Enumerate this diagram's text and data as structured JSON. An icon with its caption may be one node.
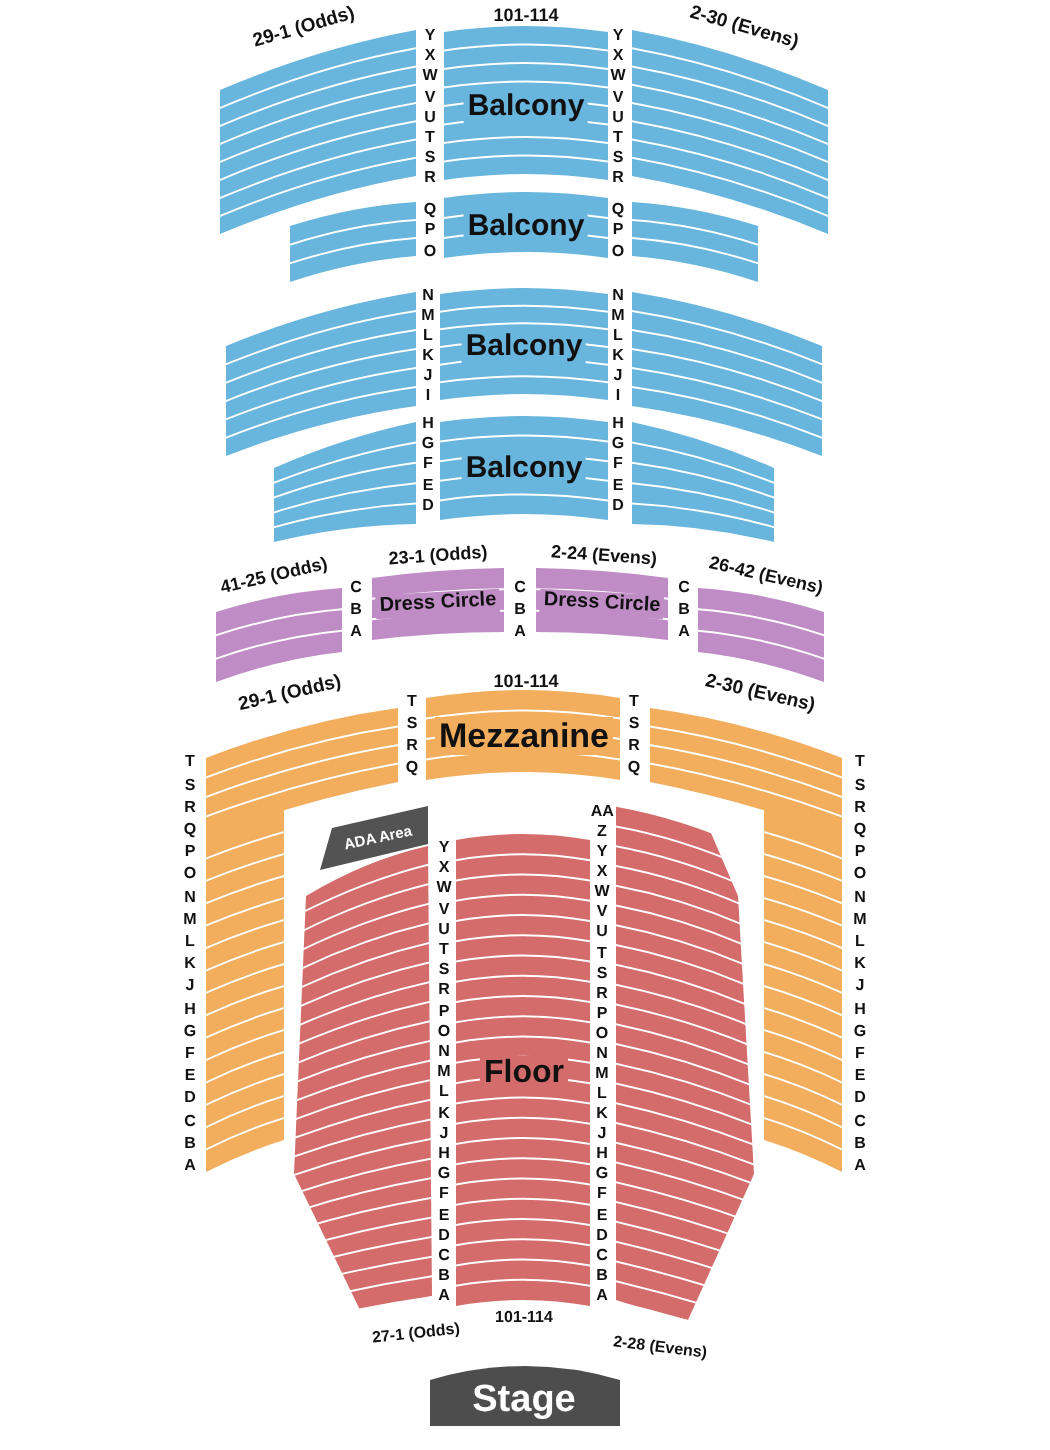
{
  "diagram": {
    "nodes": [
      {
        "text": [],
        "shape": "band",
        "beside": [
          "29-1 (Odds)"
        ]
      },
      {
        "text": [
          "Balcony"
        ],
        "beside": [
          "101-114"
        ]
      },
      {
        "text": [],
        "shape": "band",
        "beside": [
          "2-30 (Evens)"
        ]
      },
      {
        "text": [],
        "shape": "band"
      },
      {
        "text": [
          "Balcony"
        ]
      },
      {
        "text": [],
        "shape": "band"
      },
      {
        "text": [],
        "shape": "band"
      },
      {
        "text": [
          "Balcony"
        ]
      },
      {
        "text": [],
        "shape": "band"
      },
      {
        "text": [],
        "shape": "band"
      },
      {
        "text": [
          "Balcony"
        ]
      },
      {
        "text": [],
        "shape": "band"
      },
      {
        "text": [],
        "shape": "band",
        "beside": [
          "41-25 (Odds)"
        ]
      },
      {
        "text": [
          "Dress Circle"
        ],
        "beside": [
          "23-1 (Odds)"
        ]
      },
      {
        "text": [
          "Dress Circle"
        ],
        "beside": [
          "2-24 (Evens)"
        ]
      },
      {
        "text": [],
        "shape": "band",
        "beside": [
          "26-42 (Evens)"
        ]
      },
      {
        "text": [],
        "shape": "band",
        "beside": [
          "29-1 (Odds)",
          "T S R Q P O N M L K J H G F E D C B A"
        ]
      },
      {
        "text": [
          "Mezzanine"
        ],
        "beside": [
          "101-114"
        ]
      },
      {
        "text": [],
        "shape": "band",
        "beside": [
          "2-30 (Evens)",
          "T S R Q P O N M L K J H G F E D C B A"
        ]
      },
      {
        "text": [
          "ADA Area"
        ]
      },
      {
        "text": [],
        "shape": "band",
        "beside": [
          "27-1 (Odds)"
        ]
      },
      {
        "text": [
          "Floor"
        ],
        "beside": [
          "101-114"
        ]
      },
      {
        "text": [],
        "shape": "band",
        "beside": [
          "2-28 (Evens)"
        ]
      },
      {
        "text": [
          "Stage"
        ]
      }
    ],
    "labels": [
      "Y X W V U T S R",
      "Y X W V U T S R",
      "Q P O",
      "Q P O",
      "N M L K J I",
      "N M L K J I",
      "H G F E D",
      "H G F E D",
      "C B A",
      "C B A",
      "C B A",
      "T S R Q",
      "T S R Q",
      "Y X W V U T S R P O N M L K J H G F E D C B A",
      "AA Z Y X W V U T S R P O N M L K J H G F E D C B A"
    ]
  }
}
